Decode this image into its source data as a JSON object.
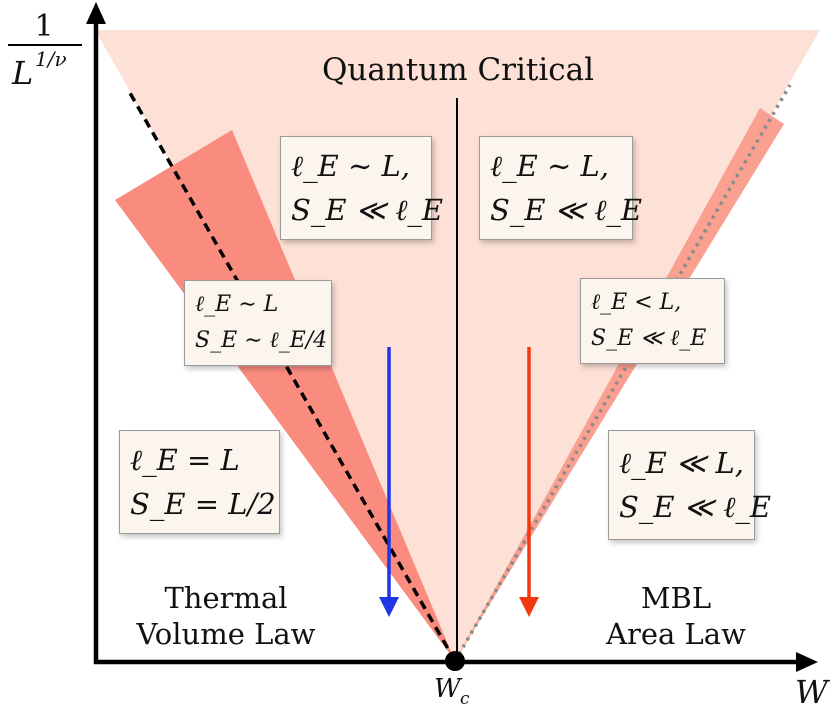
{
  "title": "Quantum Critical",
  "axes": {
    "y_label": "1 / L^{1/ν}",
    "y_num": "1",
    "y_den": "L",
    "y_exp": "1/ν",
    "x_label": "W",
    "critical_point": "W",
    "critical_sub": "c"
  },
  "regions": {
    "thermal": [
      "Thermal",
      "Volume Law"
    ],
    "mbl": [
      "MBL",
      "Area Law"
    ]
  },
  "boxes": {
    "qc_left": [
      "ℓ_E ∼ L,",
      "S_E ≪ ℓ_E"
    ],
    "qc_right": [
      "ℓ_E ∼ L,",
      "S_E ≪ ℓ_E"
    ],
    "thermal_edge": [
      "ℓ_E ∼ L",
      "S_E ∼ ℓ_E/4"
    ],
    "thermal": [
      "ℓ_E = L",
      "S_E = L/2"
    ],
    "mbl_edge": [
      "ℓ_E < L,",
      "S_E ≪ ℓ_E"
    ],
    "mbl": [
      "ℓ_E ≪ L,",
      "S_E ≪ ℓ_E"
    ]
  },
  "colors": {
    "critical_fan": "#fde0d6",
    "crossover_band": "#f88a7e",
    "arrow_left": "#1f35e8",
    "arrow_right": "#f2380f",
    "axis": "#000000",
    "dotted_line": "#8a8a8a"
  }
}
